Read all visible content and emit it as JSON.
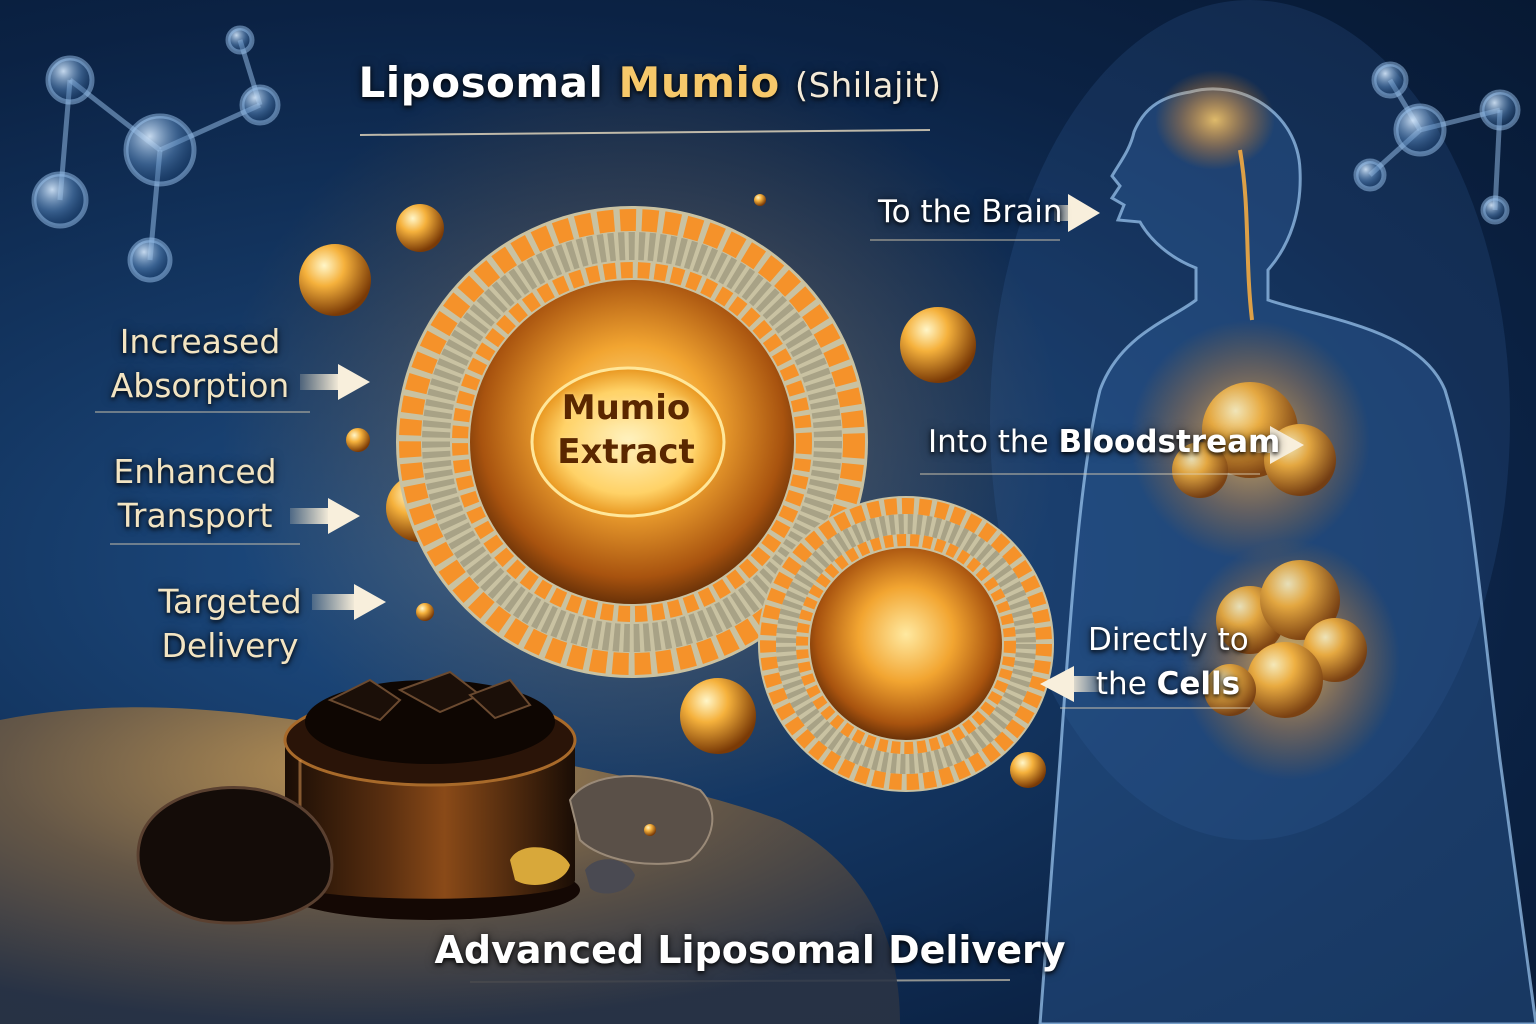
{
  "title": {
    "part1": "Liposomal",
    "part2": "Mumio",
    "part3": "(Shilajit)"
  },
  "left_benefits": [
    {
      "line1": "Increased",
      "line2": "Absorption"
    },
    {
      "line1": "Enhanced",
      "line2": "Transport"
    },
    {
      "line1": "Targeted",
      "line2": "Delivery"
    }
  ],
  "core_label": {
    "line1": "Mumio",
    "line2": "Extract"
  },
  "delivery_targets": [
    {
      "text": "To the Brain",
      "highlight": ""
    },
    {
      "text": "Into the ",
      "highlight": "Bloodstream"
    },
    {
      "line1": "Directly to",
      "line2_prefix": "the ",
      "line2_highlight": "Cells"
    }
  ],
  "footer": "Advanced Liposomal Delivery",
  "colors": {
    "background": "#143763",
    "liposome_head": "#f5922a",
    "lipid_tail": "#b9b49a",
    "core_gold": "#f2a531",
    "glow": "#ffb347",
    "title_accent": "#f6c86a"
  }
}
